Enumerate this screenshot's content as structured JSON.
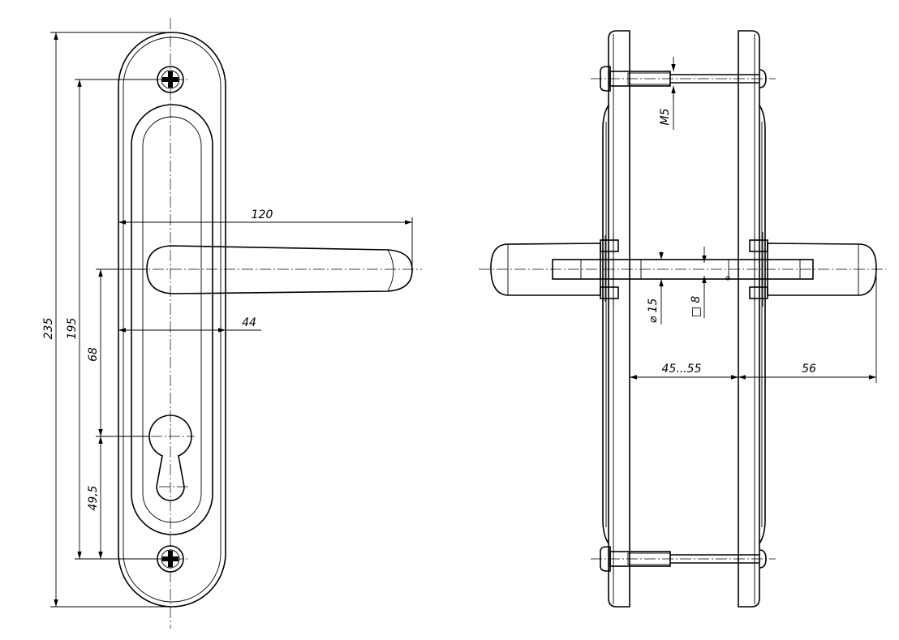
{
  "dimensions": {
    "overall_height": "235",
    "screw_spacing": "195",
    "handle_to_lock": "68",
    "lock_to_screw": "49,5",
    "handle_length": "120",
    "handle_offset": "44",
    "screw_thread": "M5",
    "spindle_collar_diameter": "⌀ 15",
    "spindle_square": "□ 8",
    "door_thickness": "45...55",
    "handle_projection": "56"
  }
}
